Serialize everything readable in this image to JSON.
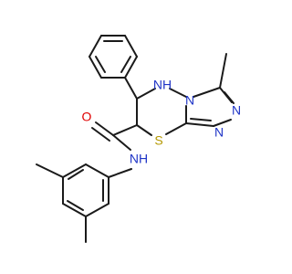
{
  "atoms": {
    "O": "O",
    "NH_amide": "NH",
    "NH_ring": "NH",
    "N_ring": "N",
    "N_triazole_1": "N",
    "N_triazole_2": "N",
    "S": "S"
  },
  "colors": {
    "bond": "#1a1a1a",
    "oxygen": "#e00000",
    "nitrogen": "#1f35c7",
    "sulfur": "#b49800"
  }
}
